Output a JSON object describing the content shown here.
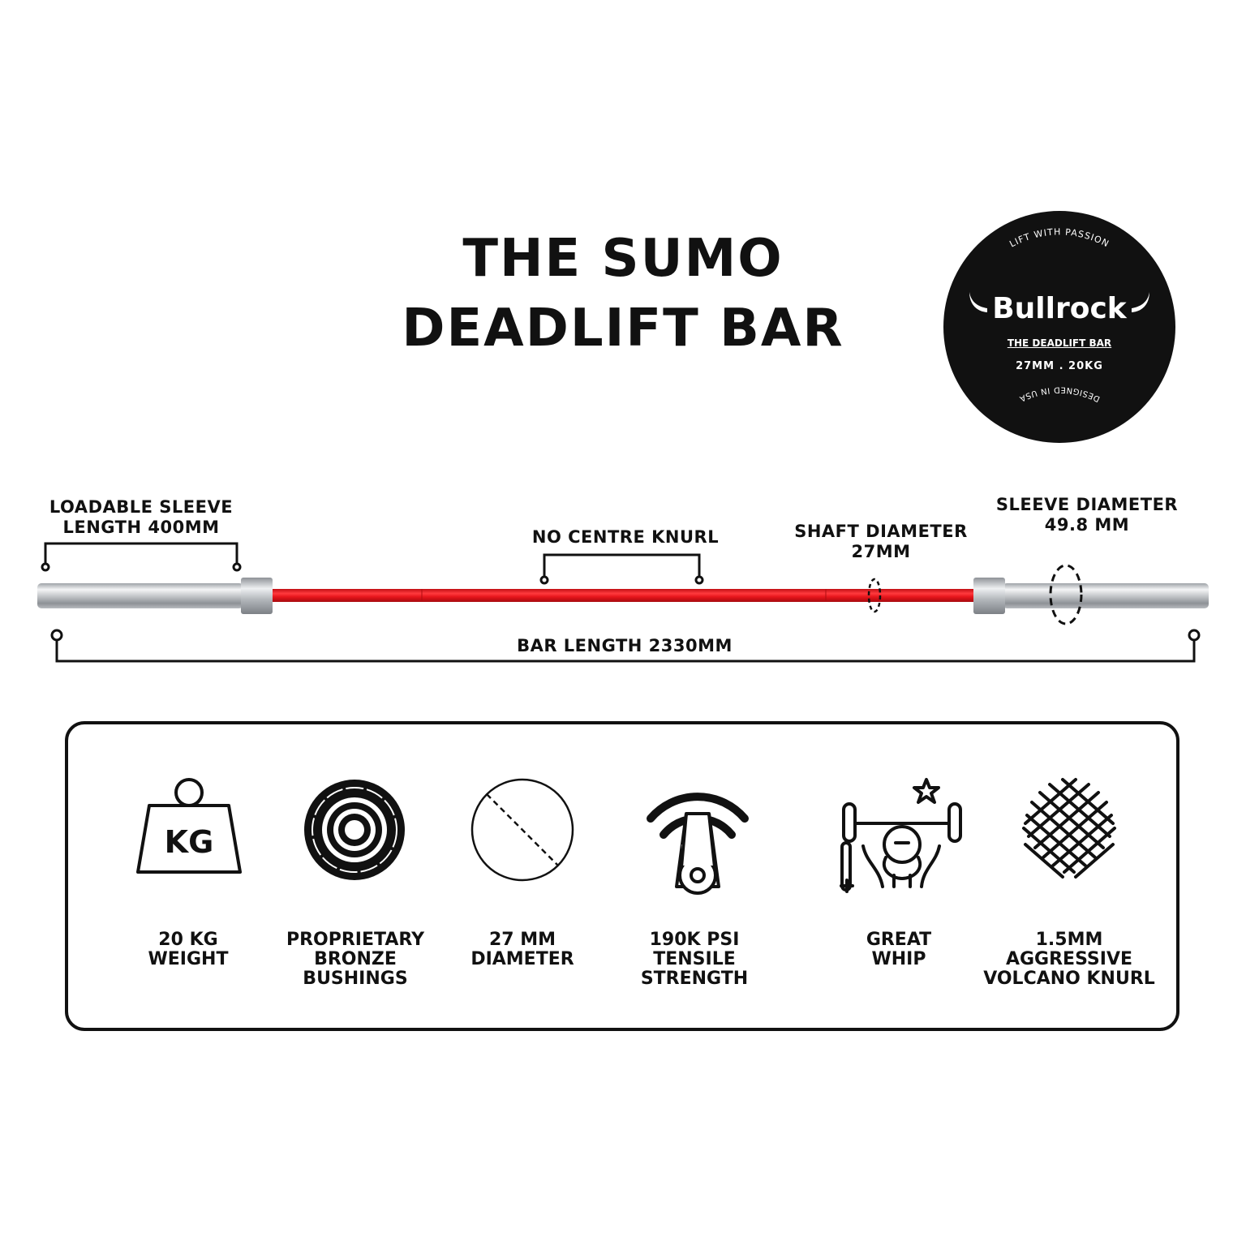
{
  "title": {
    "line1": "THE SUMO",
    "line2": "DEADLIFT BAR"
  },
  "badge": {
    "top_arc": "LIFT WITH PASSION",
    "brand": "Bullrock",
    "product": "THE DEADLIFT BAR",
    "spec": "27MM . 20KG",
    "bottom_arc": "DESIGNED IN USA"
  },
  "diagram": {
    "loadable_sleeve": [
      "LOADABLE SLEEVE",
      "LENGTH 400MM"
    ],
    "no_centre_knurl": "NO CENTRE KNURL",
    "shaft_diameter": [
      "SHAFT DIAMETER",
      "27MM"
    ],
    "sleeve_diameter": [
      "SLEEVE DIAMETER",
      "49.8 MM"
    ],
    "bar_length": "BAR LENGTH 2330MM"
  },
  "colors": {
    "shaft": "#e8161c",
    "sleeve": "#c9cbce",
    "ink": "#111111"
  },
  "features": [
    {
      "icon": "weight-kg-icon",
      "icon_text": "KG",
      "lines": [
        "20 KG",
        "WEIGHT"
      ]
    },
    {
      "icon": "bushing-icon",
      "lines": [
        "PROPRIETARY",
        "BRONZE",
        "BUSHINGS"
      ]
    },
    {
      "icon": "diameter-icon",
      "lines": [
        "27 MM",
        "DIAMETER"
      ]
    },
    {
      "icon": "tensile-strength-icon",
      "lines": [
        "190K PSI",
        "TENSILE",
        "STRENGTH"
      ]
    },
    {
      "icon": "lifter-whip-icon",
      "lines": [
        "GREAT",
        "WHIP"
      ]
    },
    {
      "icon": "knurl-pattern-icon",
      "lines": [
        "1.5MM",
        "AGGRESSIVE",
        "VOLCANO KNURL"
      ]
    }
  ]
}
